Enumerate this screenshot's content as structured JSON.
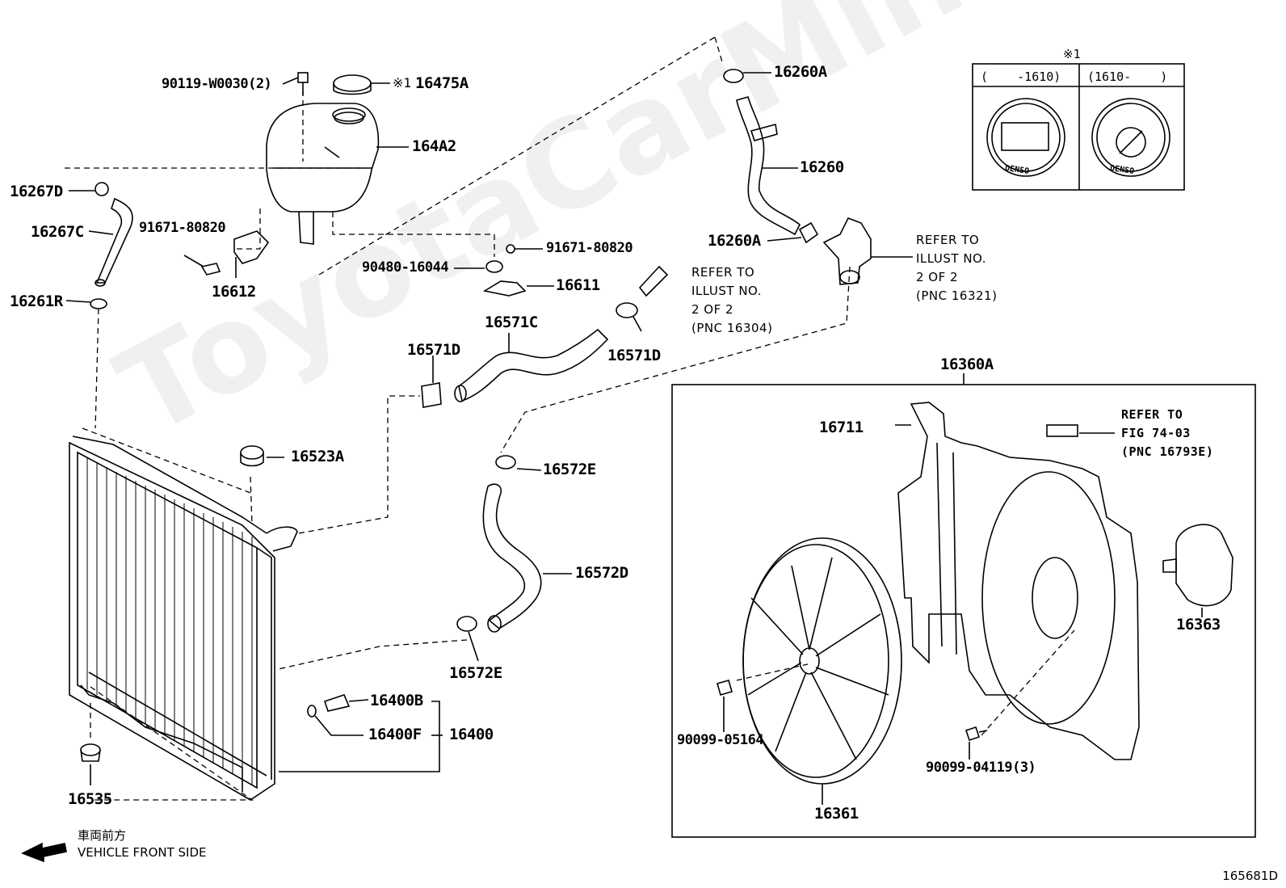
{
  "watermark": "ToyotaCarMine",
  "diagram_code": "165681D",
  "front": {
    "jp": "車両前方",
    "en": "VEHICLE FRONT SIDE"
  },
  "inset": {
    "mark": "※1",
    "left_range": "(    -1610)",
    "right_range": "(1610-    )",
    "brand": "DENSO"
  },
  "callouts": {
    "p90119": "90119-W0030(2)",
    "p16475A_mark": "※1",
    "p16475A": "16475A",
    "p164A2": "164A2",
    "p16267D": "16267D",
    "p16267C": "16267C",
    "p91671a": "91671-80820",
    "p16261R": "16261R",
    "p16612": "16612",
    "p90480": "90480-16044",
    "p91671b": "91671-80820",
    "p16611": "16611",
    "p16260A_top": "16260A",
    "p16260": "16260",
    "p16260A_low": "16260A",
    "p16571C": "16571C",
    "p16571D_left": "16571D",
    "p16571D_right": "16571D",
    "p16523A": "16523A",
    "p16572E_top": "16572E",
    "p16572D": "16572D",
    "p16572E_low": "16572E",
    "p16400B": "16400B",
    "p16400F": "16400F",
    "p16400": "16400",
    "p16535": "16535",
    "p16360A": "16360A",
    "p16711": "16711",
    "p16363": "16363",
    "p16361": "16361",
    "p90099a": "90099-05164",
    "p90099b": "90099-04119(3)"
  },
  "notes": {
    "refer_16304": "REFER TO\nILLUST NO.\n2 OF 2\n(PNC 16304)",
    "refer_16321": "REFER TO\nILLUST NO.\n2 OF 2\n(PNC 16321)",
    "refer_fig": "REFER TO\nFIG 74-03\n(PNC 16793E)"
  }
}
